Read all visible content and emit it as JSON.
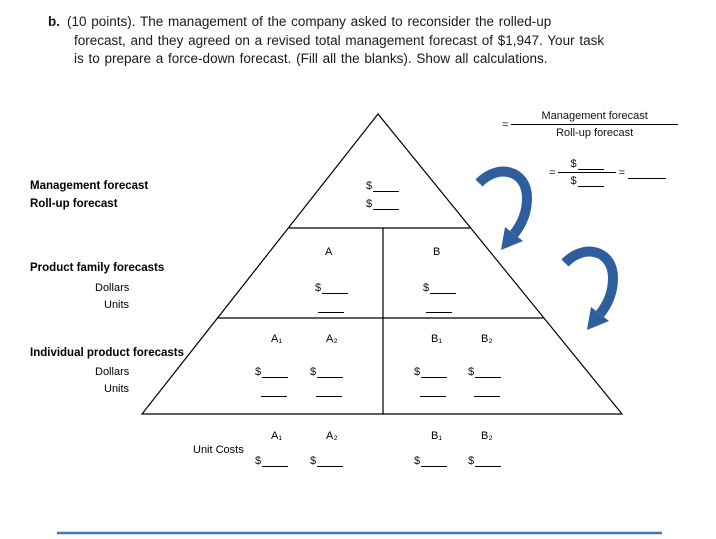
{
  "sym": {
    "dollar": "$",
    "equals": "="
  },
  "problem": {
    "lead": "b.",
    "lines": [
      "(10 points). The management of the company asked to reconsider the rolled-up",
      "forecast, and they agreed on a revised total management forecast of $1,947. Your task",
      "is to prepare a force-down forecast. (Fill all the blanks). Show all calculations."
    ]
  },
  "ratio_formula": {
    "numerator": "Management forecast",
    "denominator": "Roll-up forecast"
  },
  "left_labels": {
    "management": "Management forecast",
    "rollup": "Roll-up forecast",
    "family_title": "Product family forecasts",
    "family_dollars": "Dollars",
    "family_units": "Units",
    "individual_title": "Individual product forecasts",
    "individual_dollars": "Dollars",
    "individual_units": "Units"
  },
  "pyramid": {
    "family": {
      "a": "A",
      "b": "B"
    },
    "individual": {
      "c0": "A₁",
      "c1": "A₂",
      "c2": "B₁",
      "c3": "B₂"
    }
  },
  "unit_costs": {
    "title": "Unit Costs",
    "c0": "A₁",
    "c1": "A₂",
    "c2": "B₁",
    "c3": "B₂"
  },
  "colors": {
    "arrow": "#2E5E9E",
    "rule": "#4472C4"
  }
}
